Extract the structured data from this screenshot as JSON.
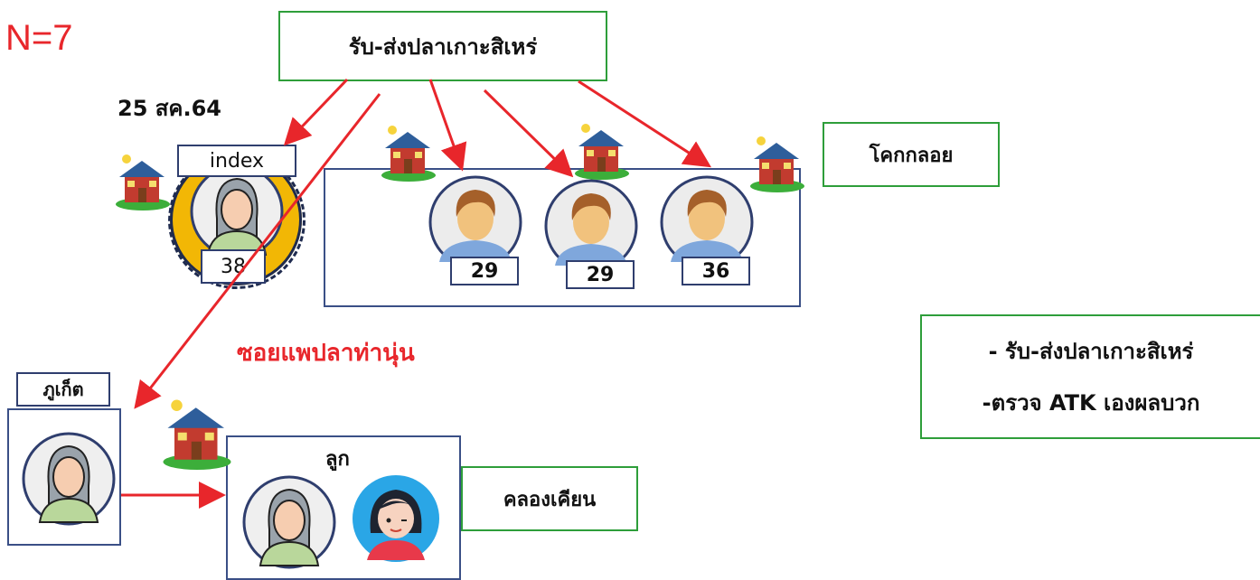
{
  "case_count": "N=7",
  "date": "25 สค.64",
  "source_label": "รับ-ส่งปลาเกาะสิเหร่",
  "index_label": "index",
  "index_age": "38",
  "ages": [
    "29",
    "29",
    "36"
  ],
  "group_location": "โคกกลอย",
  "route_label": "ซอยแพปลาท่านุ่น",
  "phuket_label": "ภูเก็ต",
  "child_label": "ลูก",
  "child_location": "คลองเคียน",
  "notes": [
    "- รับ-ส่งปลาเกาะสิเหร่",
    "-ตรวจ ATK เองผลบวก"
  ],
  "colors": {
    "arrow": "#e8262b",
    "green_border": "#2e9e3a",
    "navy_border": "#3a4f86",
    "index_ring": "#f2b705",
    "title_red": "#e8262b"
  },
  "icons": [
    "house-icon",
    "woman-avatar-icon",
    "man-avatar-icon",
    "girl-avatar-icon"
  ]
}
